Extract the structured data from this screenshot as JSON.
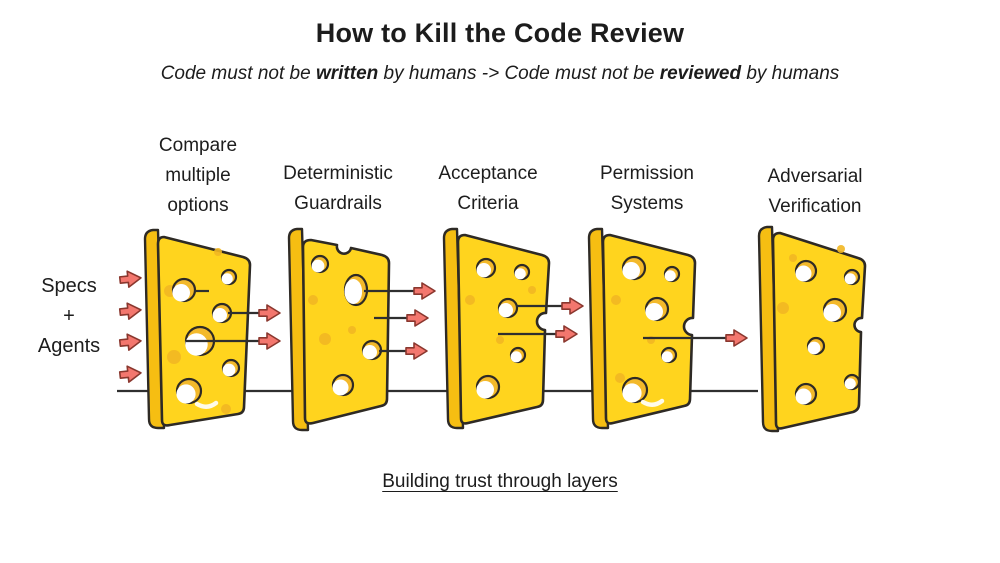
{
  "title": "How to Kill the Code Review",
  "subtitle": {
    "prefix": "Code must not be ",
    "bold1": "written",
    "middle": " by humans -> Code must not be ",
    "bold2": "reviewed",
    "suffix": " by humans"
  },
  "input_label": "Specs\n+\nAgents",
  "layers": [
    {
      "label": "Compare\nmultiple\noptions"
    },
    {
      "label": "Deterministic\nGuardrails"
    },
    {
      "label": "Acceptance\nCriteria"
    },
    {
      "label": "Permission\nSystems"
    },
    {
      "label": "Adversarial\nVerification"
    }
  ],
  "caption": "Building trust through layers",
  "flow": {
    "input_arrow_count": 4,
    "arrows_after_each_layer": [
      2,
      3,
      2,
      1,
      0
    ],
    "trust_line": "single horizontal line passing behind all five layers"
  },
  "colors": {
    "cheese": "#FFD41E",
    "cheese_edge": "#F6BE12",
    "cheese_spot": "#F2B722",
    "hole_crescent": "#F3B92B",
    "outline": "#2E2A25",
    "arrow_fill": "#F3776E",
    "arrow_outline": "#8A372E",
    "line": "#2F2F2F",
    "text": "#1C1C1C",
    "background": "#FFFFFF"
  }
}
